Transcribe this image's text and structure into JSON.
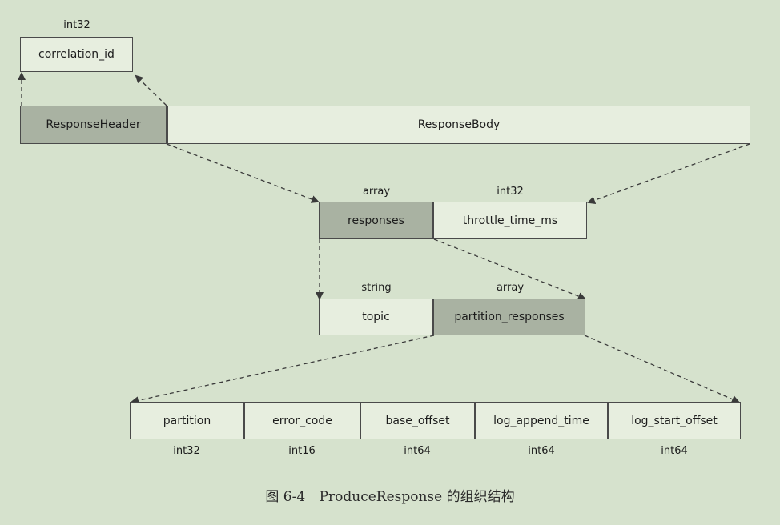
{
  "fields": {
    "correlation_id": {
      "label": "correlation_id",
      "type": "int32"
    },
    "response_header": {
      "label": "ResponseHeader"
    },
    "response_body": {
      "label": "ResponseBody"
    },
    "responses": {
      "label": "responses",
      "type": "array"
    },
    "throttle_time_ms": {
      "label": "throttle_time_ms",
      "type": "int32"
    },
    "topic": {
      "label": "topic",
      "type": "string"
    },
    "partition_responses": {
      "label": "partition_responses",
      "type": "array"
    },
    "partition": {
      "label": "partition",
      "type": "int32"
    },
    "error_code": {
      "label": "error_code",
      "type": "int16"
    },
    "base_offset": {
      "label": "base_offset",
      "type": "int64"
    },
    "log_append_time": {
      "label": "log_append_time",
      "type": "int64"
    },
    "log_start_offset": {
      "label": "log_start_offset",
      "type": "int64"
    }
  },
  "caption": {
    "figure": "图 6-4",
    "title": "ProduceResponse 的组织结构"
  },
  "colors": {
    "background": "#d6e2cd",
    "box_light": "#e7eedf",
    "box_dark": "#a9b2a2",
    "line": "#3a3a3a"
  }
}
